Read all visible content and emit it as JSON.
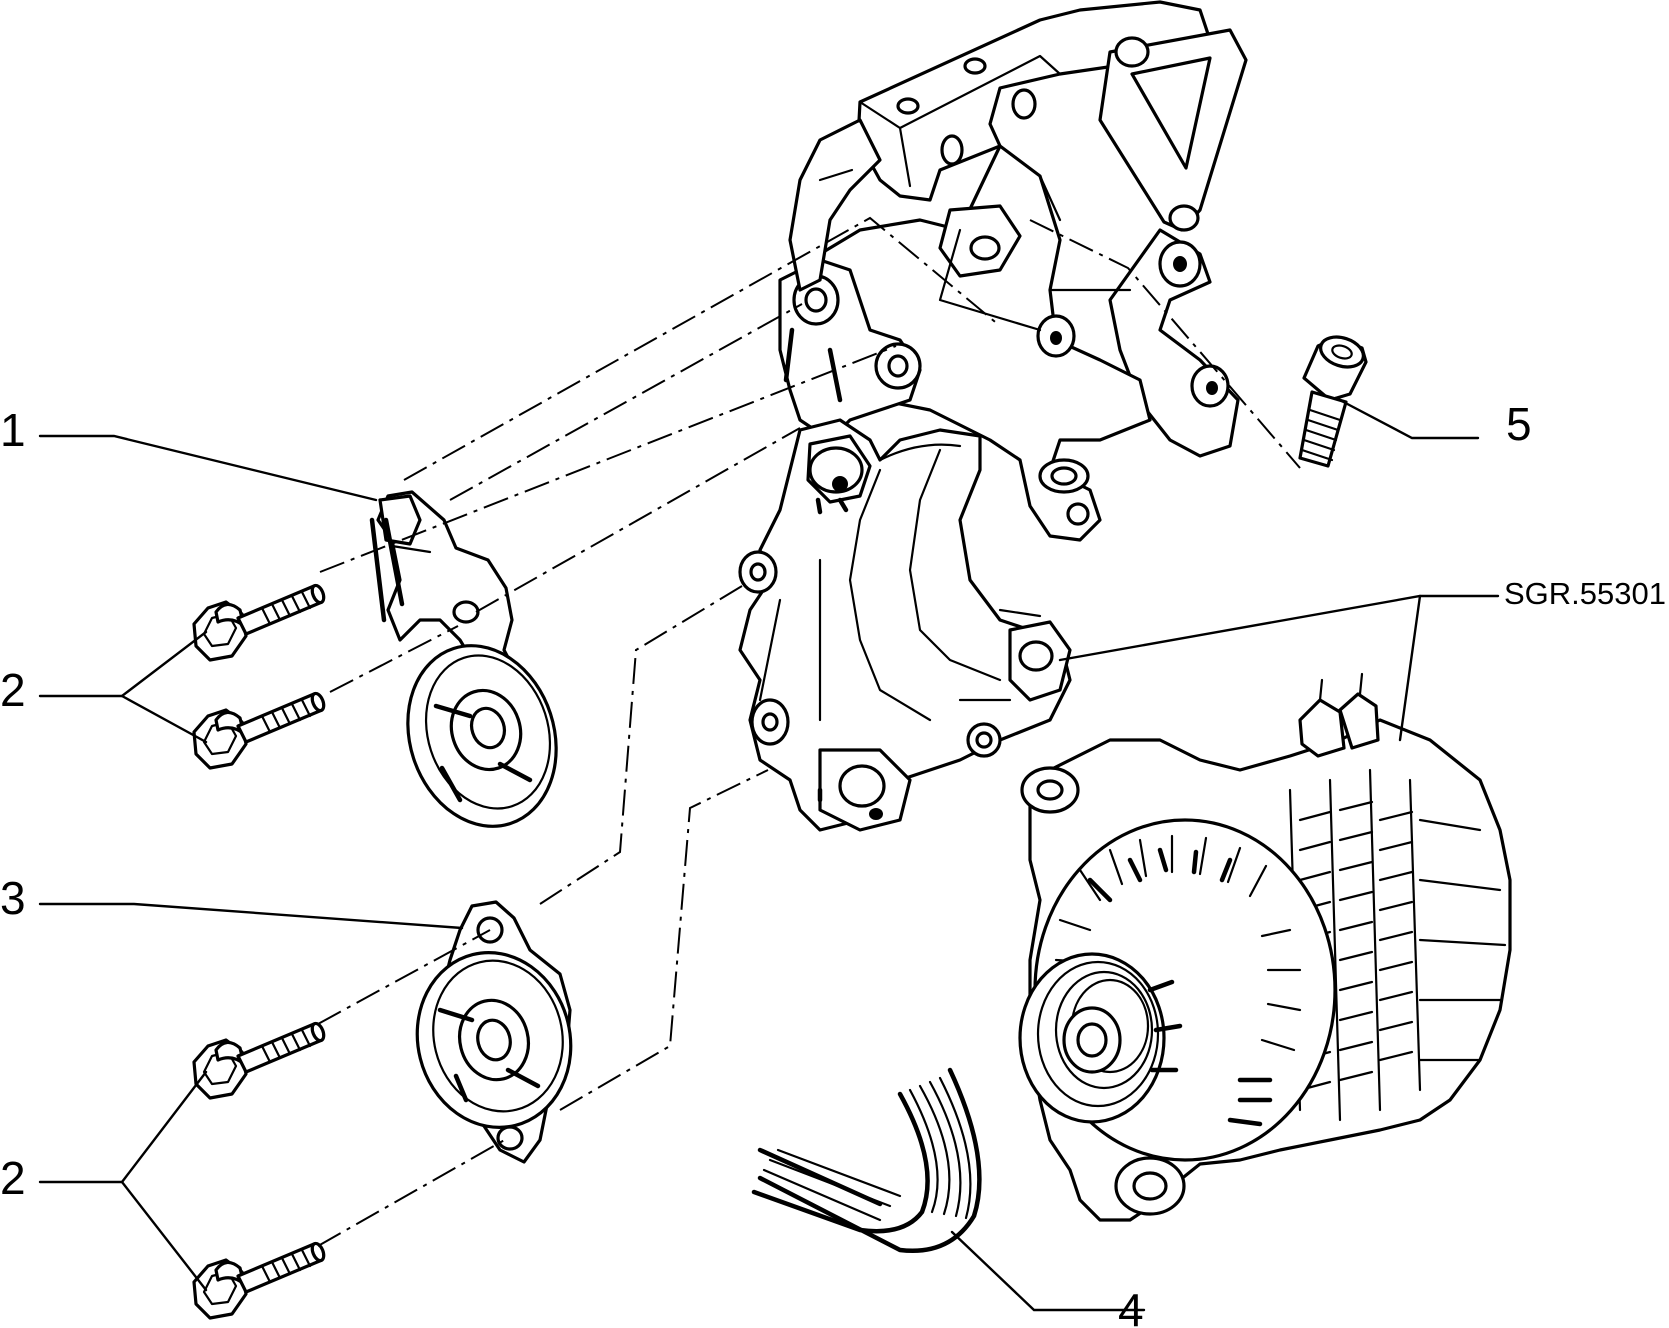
{
  "callouts": {
    "c1": "1",
    "c2a": "2",
    "c2b": "2",
    "c3": "3",
    "c4": "4",
    "c5": "5"
  },
  "reference_code": "SGR.55301",
  "parts": [
    {
      "id": "1",
      "icon": "tensioner-pulley-bracket-icon"
    },
    {
      "id": "2",
      "icon": "flange-bolt-icon"
    },
    {
      "id": "3",
      "icon": "idler-pulley-icon"
    },
    {
      "id": "4",
      "icon": "poly-v-belt-icon"
    },
    {
      "id": "5",
      "icon": "socket-head-screw-icon"
    }
  ],
  "colors": {
    "line": "#000000",
    "background": "#ffffff"
  }
}
